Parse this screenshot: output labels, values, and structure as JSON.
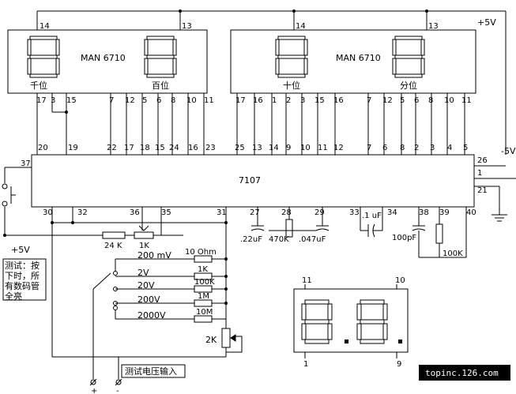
{
  "displays": [
    {
      "model": "MAN 6710",
      "left_digit": "千位",
      "right_digit": "百位",
      "top_pin_left": "14",
      "top_pin_right": "13",
      "bottom_pins": [
        "17",
        "3",
        "15",
        "7",
        "12",
        "5",
        "6",
        "8",
        "10",
        "11"
      ]
    },
    {
      "model": "MAN 6710",
      "left_digit": "十位",
      "right_digit": "分位",
      "top_pin_left": "14",
      "top_pin_right": "13",
      "bottom_pins": [
        "17",
        "16",
        "1",
        "2",
        "3",
        "15",
        "16",
        "7",
        "12",
        "5",
        "6",
        "8",
        "10",
        "11"
      ]
    }
  ],
  "chip": {
    "name": "7107",
    "top_pins": [
      "20",
      "19",
      "22",
      "17",
      "18",
      "15",
      "24",
      "16",
      "23",
      "25",
      "13",
      "14",
      "9",
      "10",
      "11",
      "12",
      "7",
      "6",
      "8",
      "2",
      "3",
      "4",
      "5"
    ],
    "right_pins": [
      "26",
      "1",
      "21"
    ],
    "left_pin": "37",
    "bottom_pins": [
      "30",
      "32",
      "36",
      "35",
      "31",
      "27",
      "28",
      "29",
      "33",
      "34",
      "38",
      "39",
      "40"
    ]
  },
  "power": {
    "plus": "+5V",
    "minus": "-5V",
    "plus_bottom": "+5V"
  },
  "components": {
    "c27": ".22uF",
    "r28": "470K",
    "c29": ".047uF",
    "c33": ".1 uF",
    "c38": "100pF",
    "r39": "100K",
    "r_24k": "24 K",
    "r_1k": "1K",
    "r_10ohm": "10 Ohm",
    "r_1k_b": "1K",
    "r_100k": "100K",
    "r_1m": "1M",
    "r_10m": "10M",
    "r_2k": "2K"
  },
  "ranges": [
    "200 mV",
    "2V",
    "20V",
    "200V",
    "2000V"
  ],
  "note_test": "测试：按下时，所有数码管全亮",
  "note_input": "测试电压输入",
  "small_display": {
    "pin_tl": "11",
    "pin_tr": "10",
    "pin_bl": "1",
    "pin_br": "9"
  },
  "watermark": "topinc.126.com"
}
